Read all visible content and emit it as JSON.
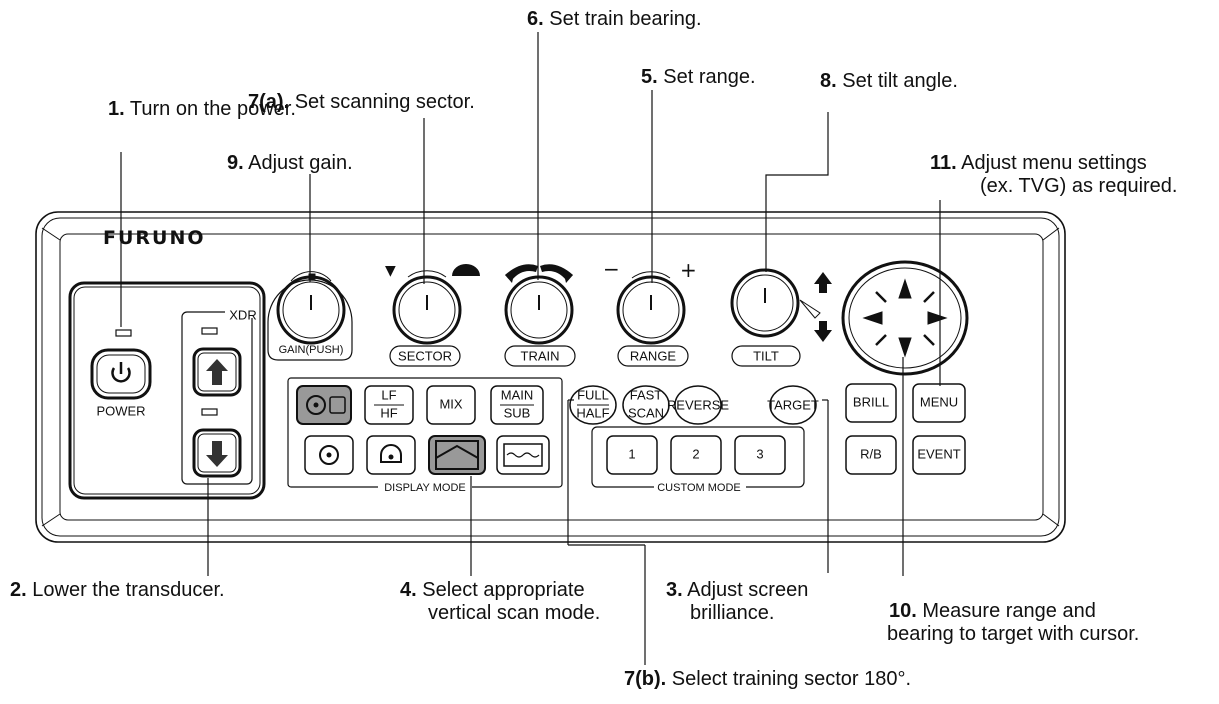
{
  "brand": "FURUNO",
  "panel": {
    "power_label": "POWER",
    "xdr_label": "XDR",
    "knobs": [
      {
        "id": "gain",
        "label": "GAIN(PUSH)",
        "symbol_left": "",
        "symbol_right": ""
      },
      {
        "id": "sector",
        "label": "SECTOR",
        "symbol_left": "▼",
        "symbol_right": "◗"
      },
      {
        "id": "train",
        "label": "TRAIN",
        "symbol_left": "↶",
        "symbol_right": "↷"
      },
      {
        "id": "range",
        "label": "RANGE",
        "symbol_left": "−",
        "symbol_right": "+"
      },
      {
        "id": "tilt",
        "label": "TILT",
        "symbol_left": "",
        "symbol_right": ""
      }
    ],
    "display_mode": {
      "title": "DISPLAY MODE",
      "lf_hf": {
        "top": "LF",
        "bottom": "HF"
      },
      "mix": "MIX",
      "main_sub": {
        "top": "MAIN",
        "bottom": "SUB"
      }
    },
    "func_keys": {
      "full_half": {
        "top": "FULL",
        "bottom": "HALF"
      },
      "fast_scan": {
        "top": "FAST",
        "bottom": "SCAN"
      },
      "reverse": "REVERSE",
      "target": "TARGET"
    },
    "custom_mode": {
      "title": "CUSTOM MODE",
      "keys": [
        "1",
        "2",
        "3"
      ]
    },
    "right_keys": {
      "brill": "BRILL",
      "menu": "MENU",
      "rb": "R/B",
      "event": "EVENT"
    }
  },
  "callouts": {
    "c1": {
      "num": "1.",
      "text": "Turn on the power."
    },
    "c2": {
      "num": "2.",
      "text": "Lower the transducer."
    },
    "c3": {
      "num": "3.",
      "text": "Adjust screen",
      "text2": "brilliance."
    },
    "c4": {
      "num": "4.",
      "text": "Select appropriate",
      "text2": "vertical scan mode."
    },
    "c5": {
      "num": "5.",
      "text": "Set range."
    },
    "c6": {
      "num": "6.",
      "text": "Set train bearing."
    },
    "c7a": {
      "num": "7(a).",
      "text": "Set scanning sector."
    },
    "c7b": {
      "num": "7(b).",
      "text": "Select training sector 180°."
    },
    "c8": {
      "num": "8.",
      "text": "Set tilt angle."
    },
    "c9": {
      "num": "9.",
      "text": "Adjust gain."
    },
    "c10": {
      "num": "10.",
      "text": "Measure range and",
      "text2": "bearing to target with cursor."
    },
    "c11": {
      "num": "11.",
      "text": "Adjust menu settings",
      "text2": "(ex. TVG) as required."
    }
  }
}
